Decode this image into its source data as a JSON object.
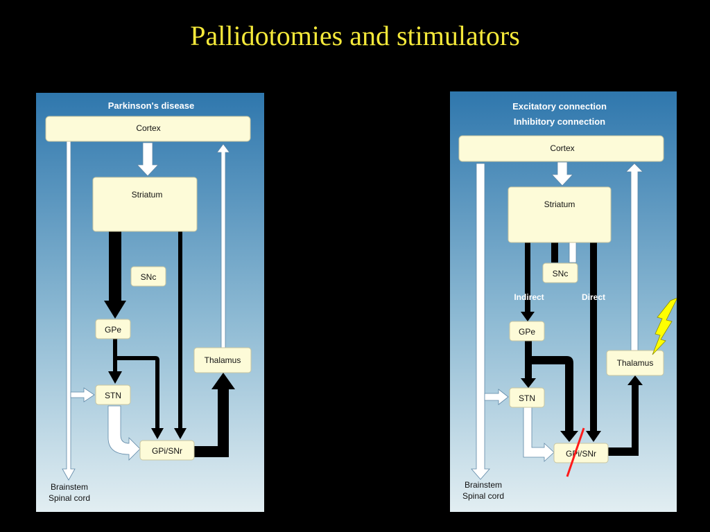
{
  "title": "Pallidotomies and stimulators",
  "colors": {
    "title": "#f5e93a",
    "background": "#000000",
    "box_fill": "#fdfbd8",
    "lightning": "#ffff00",
    "lesion_line": "#ff1a1a"
  },
  "left_panel": {
    "header": "Parkinson's disease",
    "boxes": {
      "cortex": "Cortex",
      "striatum": "Striatum",
      "snc": "SNc",
      "gpe": "GPe",
      "thalamus": "Thalamus",
      "stn": "STN",
      "gpi_snr": "GPi/SNr"
    },
    "bottom_label_1": "Brainstem",
    "bottom_label_2": "Spinal cord"
  },
  "right_panel": {
    "header_1": "Excitatory connection",
    "header_2": "Inhibitory connection",
    "boxes": {
      "cortex": "Cortex",
      "striatum": "Striatum",
      "snc": "SNc",
      "gpe": "GPe",
      "thalamus": "Thalamus",
      "stn": "STN",
      "gpi_snr": "GPi/SNr"
    },
    "indirect_label": "Indirect",
    "direct_label": "Direct",
    "bottom_label_1": "Brainstem",
    "bottom_label_2": "Spinal cord",
    "icons": [
      "lightning-bolt-icon",
      "lesion-line"
    ]
  }
}
